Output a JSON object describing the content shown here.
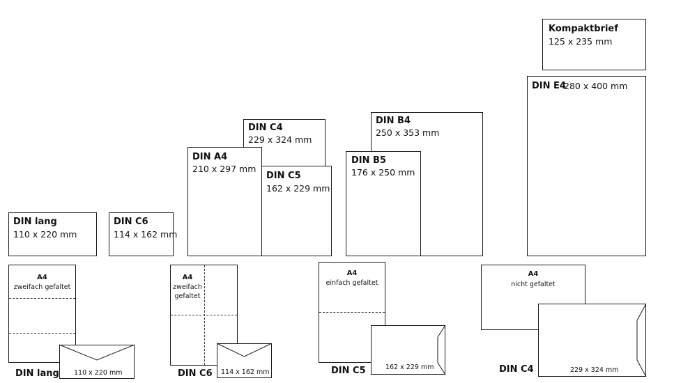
{
  "formats": {
    "kompaktbrief": {
      "name": "Kompaktbrief",
      "size": "125 x 235 mm"
    },
    "din_e4": {
      "name": "DIN E4",
      "size": "280 x 400 mm"
    },
    "din_b4": {
      "name": "DIN B4",
      "size": "250 x 353 mm"
    },
    "din_b5": {
      "name": "DIN B5",
      "size": "176 x 250 mm"
    },
    "din_c4": {
      "name": "DIN C4",
      "size": "229 x 324 mm"
    },
    "din_a4": {
      "name": "DIN A4",
      "size": "210 x 297 mm"
    },
    "din_c5": {
      "name": "DIN C5",
      "size": "162 x 229 mm"
    },
    "din_lang": {
      "name": "DIN lang",
      "size": "110 x 220 mm"
    },
    "din_c6": {
      "name": "DIN C6",
      "size": "114 x 162 mm"
    }
  },
  "fold_examples": [
    {
      "paper": "A4",
      "fold": "zweifach gefaltet",
      "envelope_size": "110 x 220 mm",
      "envelope_name": "DIN lang"
    },
    {
      "paper": "A4",
      "fold_lines": [
        "zweifach",
        "gefaltet"
      ],
      "envelope_size": "114 x 162 mm",
      "envelope_name": "DIN C6"
    },
    {
      "paper": "A4",
      "fold": "einfach gefaltet",
      "envelope_size": "162 x 229 mm",
      "envelope_name": "DIN C5"
    },
    {
      "paper": "A4",
      "fold": "nicht gefaltet",
      "envelope_size": "229 x 324 mm",
      "envelope_name": "DIN C4"
    }
  ]
}
